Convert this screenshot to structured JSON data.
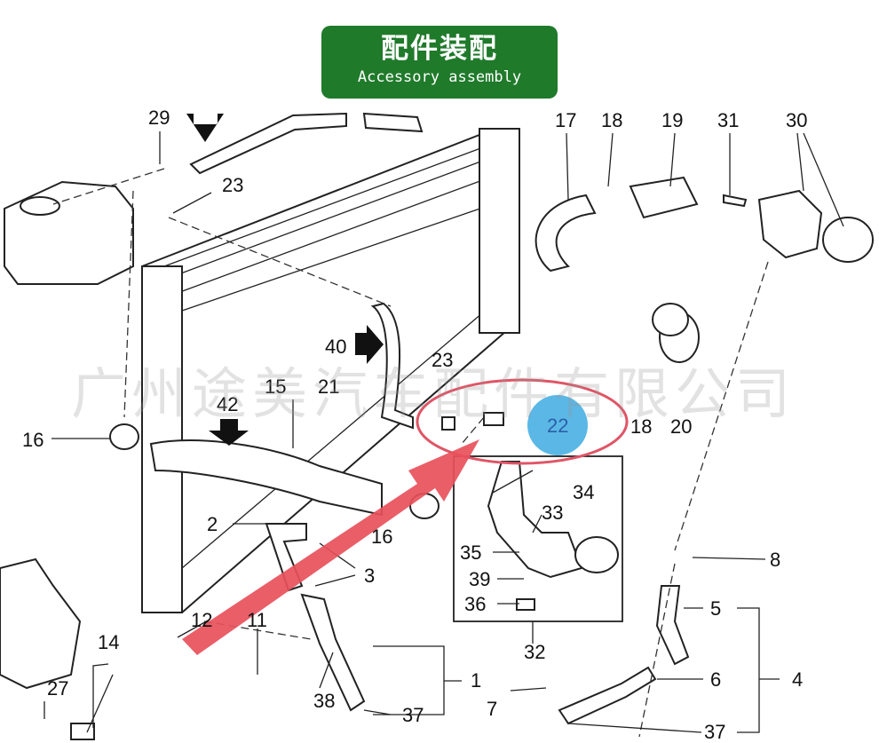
{
  "banner": {
    "title": "配件装配",
    "subtitle": "Accessory assembly"
  },
  "watermark": "广州途美汽车配件有限公司",
  "callouts": [
    "29",
    "23",
    "17",
    "18",
    "19",
    "31",
    "30",
    "40",
    "21",
    "23",
    "15",
    "42",
    "16",
    "22",
    "18",
    "20",
    "34",
    "33",
    "2",
    "16",
    "35",
    "3",
    "39",
    "36",
    "32",
    "12",
    "11",
    "14",
    "1",
    "27",
    "38",
    "37",
    "8",
    "5",
    "6",
    "4",
    "7",
    "37"
  ],
  "highlight": {
    "label": "22",
    "color": "#5bb8e6",
    "ring_color": "#e05566",
    "arrow_color": "#e8505b"
  }
}
